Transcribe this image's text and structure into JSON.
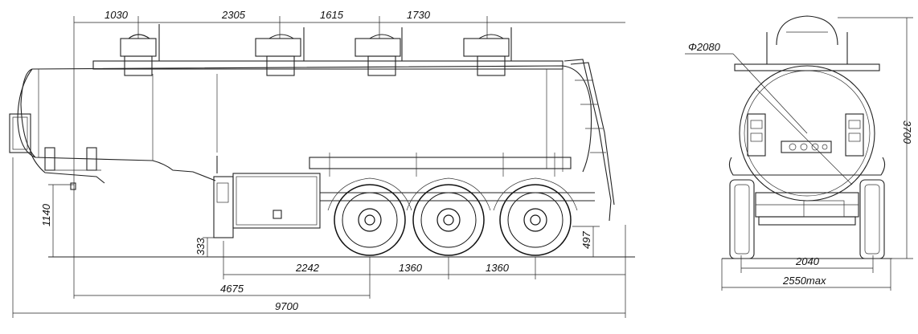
{
  "drawing": {
    "side_view": {
      "top_dimensions": [
        "1030",
        "2305",
        "1615",
        "1730"
      ],
      "bottom_dimensions": {
        "overall_length": "9700",
        "kingpin_to_axle": "4675",
        "front_to_axle": "2242",
        "axle_spacing_1": "1360",
        "axle_spacing_2": "1360"
      },
      "vertical_dimensions": {
        "coupling_height": "1140",
        "ground_clearance_front": "333",
        "ground_clearance_rear": "497"
      }
    },
    "rear_view": {
      "tank_diameter": "Φ2080",
      "overall_height": "3700",
      "track_width": "2040",
      "overall_width": "2550max"
    }
  }
}
